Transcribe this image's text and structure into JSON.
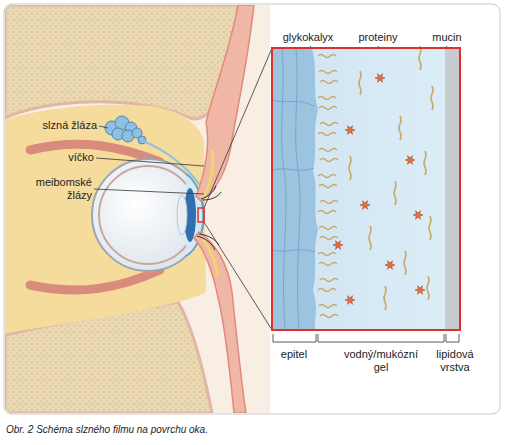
{
  "diagram": {
    "caption": "Obr. 2 Schéma slzného filmu na povrchu oka.",
    "labels": [
      "slzná žláza",
      "víčko",
      "meibomské žlázy",
      "glykokalyx",
      "proteiny",
      "mucin",
      "epitel",
      "vodný/mukózní gel",
      "lipidová vrstva"
    ]
  }
}
